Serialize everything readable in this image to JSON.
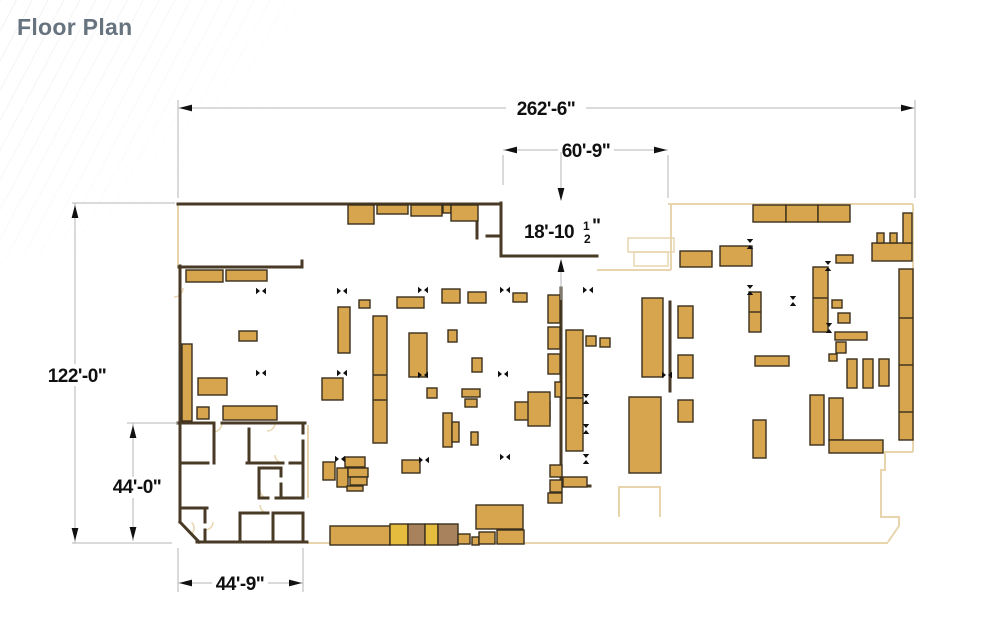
{
  "header": {
    "title": "Floor Plan"
  },
  "dimensions": {
    "overall_width": "262'-6\"",
    "recess_width": "60'-9\"",
    "recess_depth_main": "18'-10",
    "recess_depth_num": "1",
    "recess_depth_den": "2",
    "recess_depth_unit": "\"",
    "overall_depth": "122'-0\"",
    "office_depth": "44'-0\"",
    "office_width": "44'-9\""
  },
  "colors": {
    "wall_dark": "#493a26",
    "wall_light": "#e8d5ae",
    "furn_fill": {
      "t": "#d6a54d",
      "y": "#e6bc3f",
      "b": "#a8825c"
    },
    "furn_stroke": "#3a2f1d",
    "marker": "#111111",
    "dim_line": "#b5b5b5",
    "dim_text": "#101010",
    "title_text": "#67737e"
  },
  "plan": {
    "walls_dark": [
      "M178 204 H501",
      "M501 203 V256 H597",
      "M425 204 V210",
      "M477 204 V238",
      "M487 236 H501",
      "M302 261 V267 H179",
      "M180 266 V522",
      "M180 522 L199 542",
      "M197 542 H307",
      "M561 288 V486 H590",
      "M670 302 V391",
      "M178 423 H213 M222 423 H305",
      "M214 423 V463",
      "M249 429 V463",
      "M180 463 H208 M247 463 H283 M290 463 H303",
      "M259 498 V468 H281 M281 468 V476 M281 484 V498 M259 498 H268 M276 498 H303",
      "M303 423 V433 M303 441 V498 M303 513 V542",
      "M180 508 H207",
      "M205 508 V522 M205 530 V542",
      "M240 513 H268 M276 513 H303 M240 513 V542 M273 513 V542"
    ],
    "walls_light": [
      "M178 203 V266",
      "M668 204 H913",
      "M913 204 V452",
      "M913 452 H885 V470 H881 V517 H899 V526 L888 542",
      "M307 543 H888",
      "M597 270 H671 M671 203 V270",
      "M619 517 V487 H660 V517",
      "M308 425 V498"
    ],
    "vestibules": [
      [
        628,
        238,
        46,
        14
      ],
      [
        634,
        252,
        34,
        14
      ]
    ],
    "door_arcs": [
      [
        213,
        423,
        0,
        9
      ],
      [
        267,
        423,
        0,
        8
      ],
      [
        283,
        455,
        90,
        8
      ],
      [
        268,
        490,
        90,
        8
      ],
      [
        205,
        522,
        0,
        8
      ],
      [
        268,
        505,
        90,
        8
      ],
      [
        174,
        288,
        0,
        9
      ],
      [
        186,
        528,
        315,
        8
      ]
    ],
    "furniture": [
      [
        348,
        205,
        26,
        19
      ],
      [
        377,
        205,
        31,
        9
      ],
      [
        411,
        205,
        31,
        11
      ],
      [
        443,
        205,
        8,
        8
      ],
      [
        451,
        205,
        27,
        16
      ],
      [
        753,
        205,
        33,
        17
      ],
      [
        786,
        205,
        32,
        17
      ],
      [
        818,
        205,
        32,
        17
      ],
      [
        872,
        243,
        40,
        18
      ],
      [
        877,
        233,
        7,
        10
      ],
      [
        890,
        233,
        7,
        10
      ],
      [
        903,
        213,
        9,
        30
      ],
      [
        186,
        270,
        37,
        12
      ],
      [
        226,
        270,
        41,
        11
      ],
      [
        239,
        331,
        18,
        10
      ],
      [
        198,
        378,
        29,
        17
      ],
      [
        182,
        344,
        10,
        77
      ],
      [
        197,
        407,
        12,
        12
      ],
      [
        223,
        406,
        54,
        14
      ],
      [
        338,
        307,
        12,
        46
      ],
      [
        359,
        300,
        11,
        8
      ],
      [
        397,
        297,
        27,
        11
      ],
      [
        373,
        316,
        14,
        127
      ],
      [
        409,
        333,
        18,
        44
      ],
      [
        442,
        289,
        18,
        14
      ],
      [
        468,
        292,
        18,
        11
      ],
      [
        448,
        330,
        9,
        12
      ],
      [
        472,
        358,
        10,
        14
      ],
      [
        322,
        378,
        21,
        22
      ],
      [
        427,
        388,
        10,
        10
      ],
      [
        462,
        389,
        18,
        8
      ],
      [
        465,
        399,
        12,
        8
      ],
      [
        443,
        413,
        9,
        34
      ],
      [
        452,
        422,
        7,
        20
      ],
      [
        471,
        432,
        7,
        13
      ],
      [
        323,
        462,
        12,
        18
      ],
      [
        345,
        457,
        20,
        10
      ],
      [
        337,
        468,
        11,
        19
      ],
      [
        348,
        468,
        20,
        9
      ],
      [
        350,
        477,
        17,
        8
      ],
      [
        347,
        486,
        16,
        5
      ],
      [
        402,
        460,
        18,
        13
      ],
      [
        513,
        293,
        14,
        9
      ],
      [
        548,
        295,
        12,
        28
      ],
      [
        548,
        327,
        12,
        22
      ],
      [
        548,
        354,
        12,
        20
      ],
      [
        555,
        382,
        6,
        15
      ],
      [
        566,
        330,
        17,
        121
      ],
      [
        586,
        336,
        10,
        10
      ],
      [
        600,
        338,
        10,
        9
      ],
      [
        515,
        402,
        35,
        18
      ],
      [
        528,
        392,
        22,
        34
      ],
      [
        550,
        465,
        12,
        12
      ],
      [
        550,
        480,
        12,
        12
      ],
      [
        548,
        493,
        14,
        10
      ],
      [
        563,
        477,
        24,
        10
      ],
      [
        476,
        505,
        47,
        24
      ],
      [
        330,
        526,
        60,
        19
      ],
      [
        390,
        524,
        18,
        21,
        "y"
      ],
      [
        408,
        524,
        17,
        21,
        "b"
      ],
      [
        425,
        524,
        13,
        21,
        "y"
      ],
      [
        438,
        524,
        20,
        21,
        "b"
      ],
      [
        458,
        534,
        12,
        10
      ],
      [
        472,
        537,
        7,
        8
      ],
      [
        479,
        532,
        16,
        12
      ],
      [
        497,
        530,
        27,
        14
      ],
      [
        642,
        298,
        21,
        79
      ],
      [
        678,
        306,
        15,
        32
      ],
      [
        678,
        355,
        15,
        23
      ],
      [
        678,
        400,
        15,
        22
      ],
      [
        629,
        397,
        32,
        76
      ],
      [
        680,
        251,
        32,
        16
      ],
      [
        720,
        246,
        32,
        20
      ],
      [
        836,
        255,
        17,
        8
      ],
      [
        813,
        267,
        15,
        65
      ],
      [
        832,
        300,
        10,
        8
      ],
      [
        838,
        313,
        12,
        10
      ],
      [
        835,
        332,
        32,
        8
      ],
      [
        836,
        342,
        10,
        11
      ],
      [
        829,
        354,
        8,
        7
      ],
      [
        755,
        356,
        34,
        10
      ],
      [
        847,
        359,
        10,
        29
      ],
      [
        863,
        359,
        10,
        29
      ],
      [
        879,
        359,
        10,
        27
      ],
      [
        899,
        269,
        14,
        171
      ],
      [
        749,
        292,
        12,
        40
      ],
      [
        753,
        420,
        13,
        38
      ],
      [
        810,
        395,
        14,
        50
      ],
      [
        829,
        398,
        14,
        42
      ],
      [
        829,
        440,
        54,
        13
      ]
    ],
    "dividers": [
      "M373 375 H387",
      "M373 400 H387",
      "M566 398 H583",
      "M813 298 H828",
      "M899 318 H913",
      "M899 365 H913",
      "M899 412 H913",
      "M749 312 H761"
    ],
    "markers": [
      [
        261,
        291
      ],
      [
        342,
        291
      ],
      [
        423,
        290
      ],
      [
        505,
        290
      ],
      [
        588,
        290
      ],
      [
        750,
        290,
        "v"
      ],
      [
        793,
        301,
        "v"
      ],
      [
        261,
        373
      ],
      [
        342,
        373
      ],
      [
        423,
        375
      ],
      [
        503,
        374
      ],
      [
        667,
        375
      ],
      [
        340,
        459
      ],
      [
        424,
        460
      ],
      [
        505,
        457
      ],
      [
        586,
        459,
        "v"
      ],
      [
        586,
        399,
        "v"
      ],
      [
        586,
        429,
        "v"
      ],
      [
        750,
        244,
        "v"
      ],
      [
        828,
        266,
        "v"
      ],
      [
        829,
        328,
        "v"
      ]
    ],
    "dim_lines": [
      "M178 108 H506",
      "M586 108 H915",
      "M178 100 V198",
      "M915 100 V198",
      "M503 150 H558",
      "M614 150 H668",
      "M503 155 V185",
      "M668 155 V198",
      "M561 152 V198",
      "M561 262 V300",
      "M75 203 V364",
      "M75 386 V543",
      "M72 203 H175",
      "M72 543 H172",
      "M133 423 V477",
      "M133 498 V541",
      "M127 423 H178",
      "M178 583 H212",
      "M268 583 H303",
      "M178 548 V592",
      "M303 548 V592"
    ],
    "arrows": [
      [
        179,
        108,
        "left"
      ],
      [
        914,
        108,
        "right"
      ],
      [
        504,
        150,
        "left"
      ],
      [
        667,
        150,
        "right"
      ],
      [
        561,
        201,
        "down"
      ],
      [
        561,
        259,
        "up"
      ],
      [
        75,
        205,
        "up"
      ],
      [
        75,
        541,
        "down"
      ],
      [
        133,
        425,
        "up"
      ],
      [
        133,
        540,
        "down"
      ],
      [
        179,
        583,
        "left"
      ],
      [
        302,
        583,
        "right"
      ]
    ]
  }
}
